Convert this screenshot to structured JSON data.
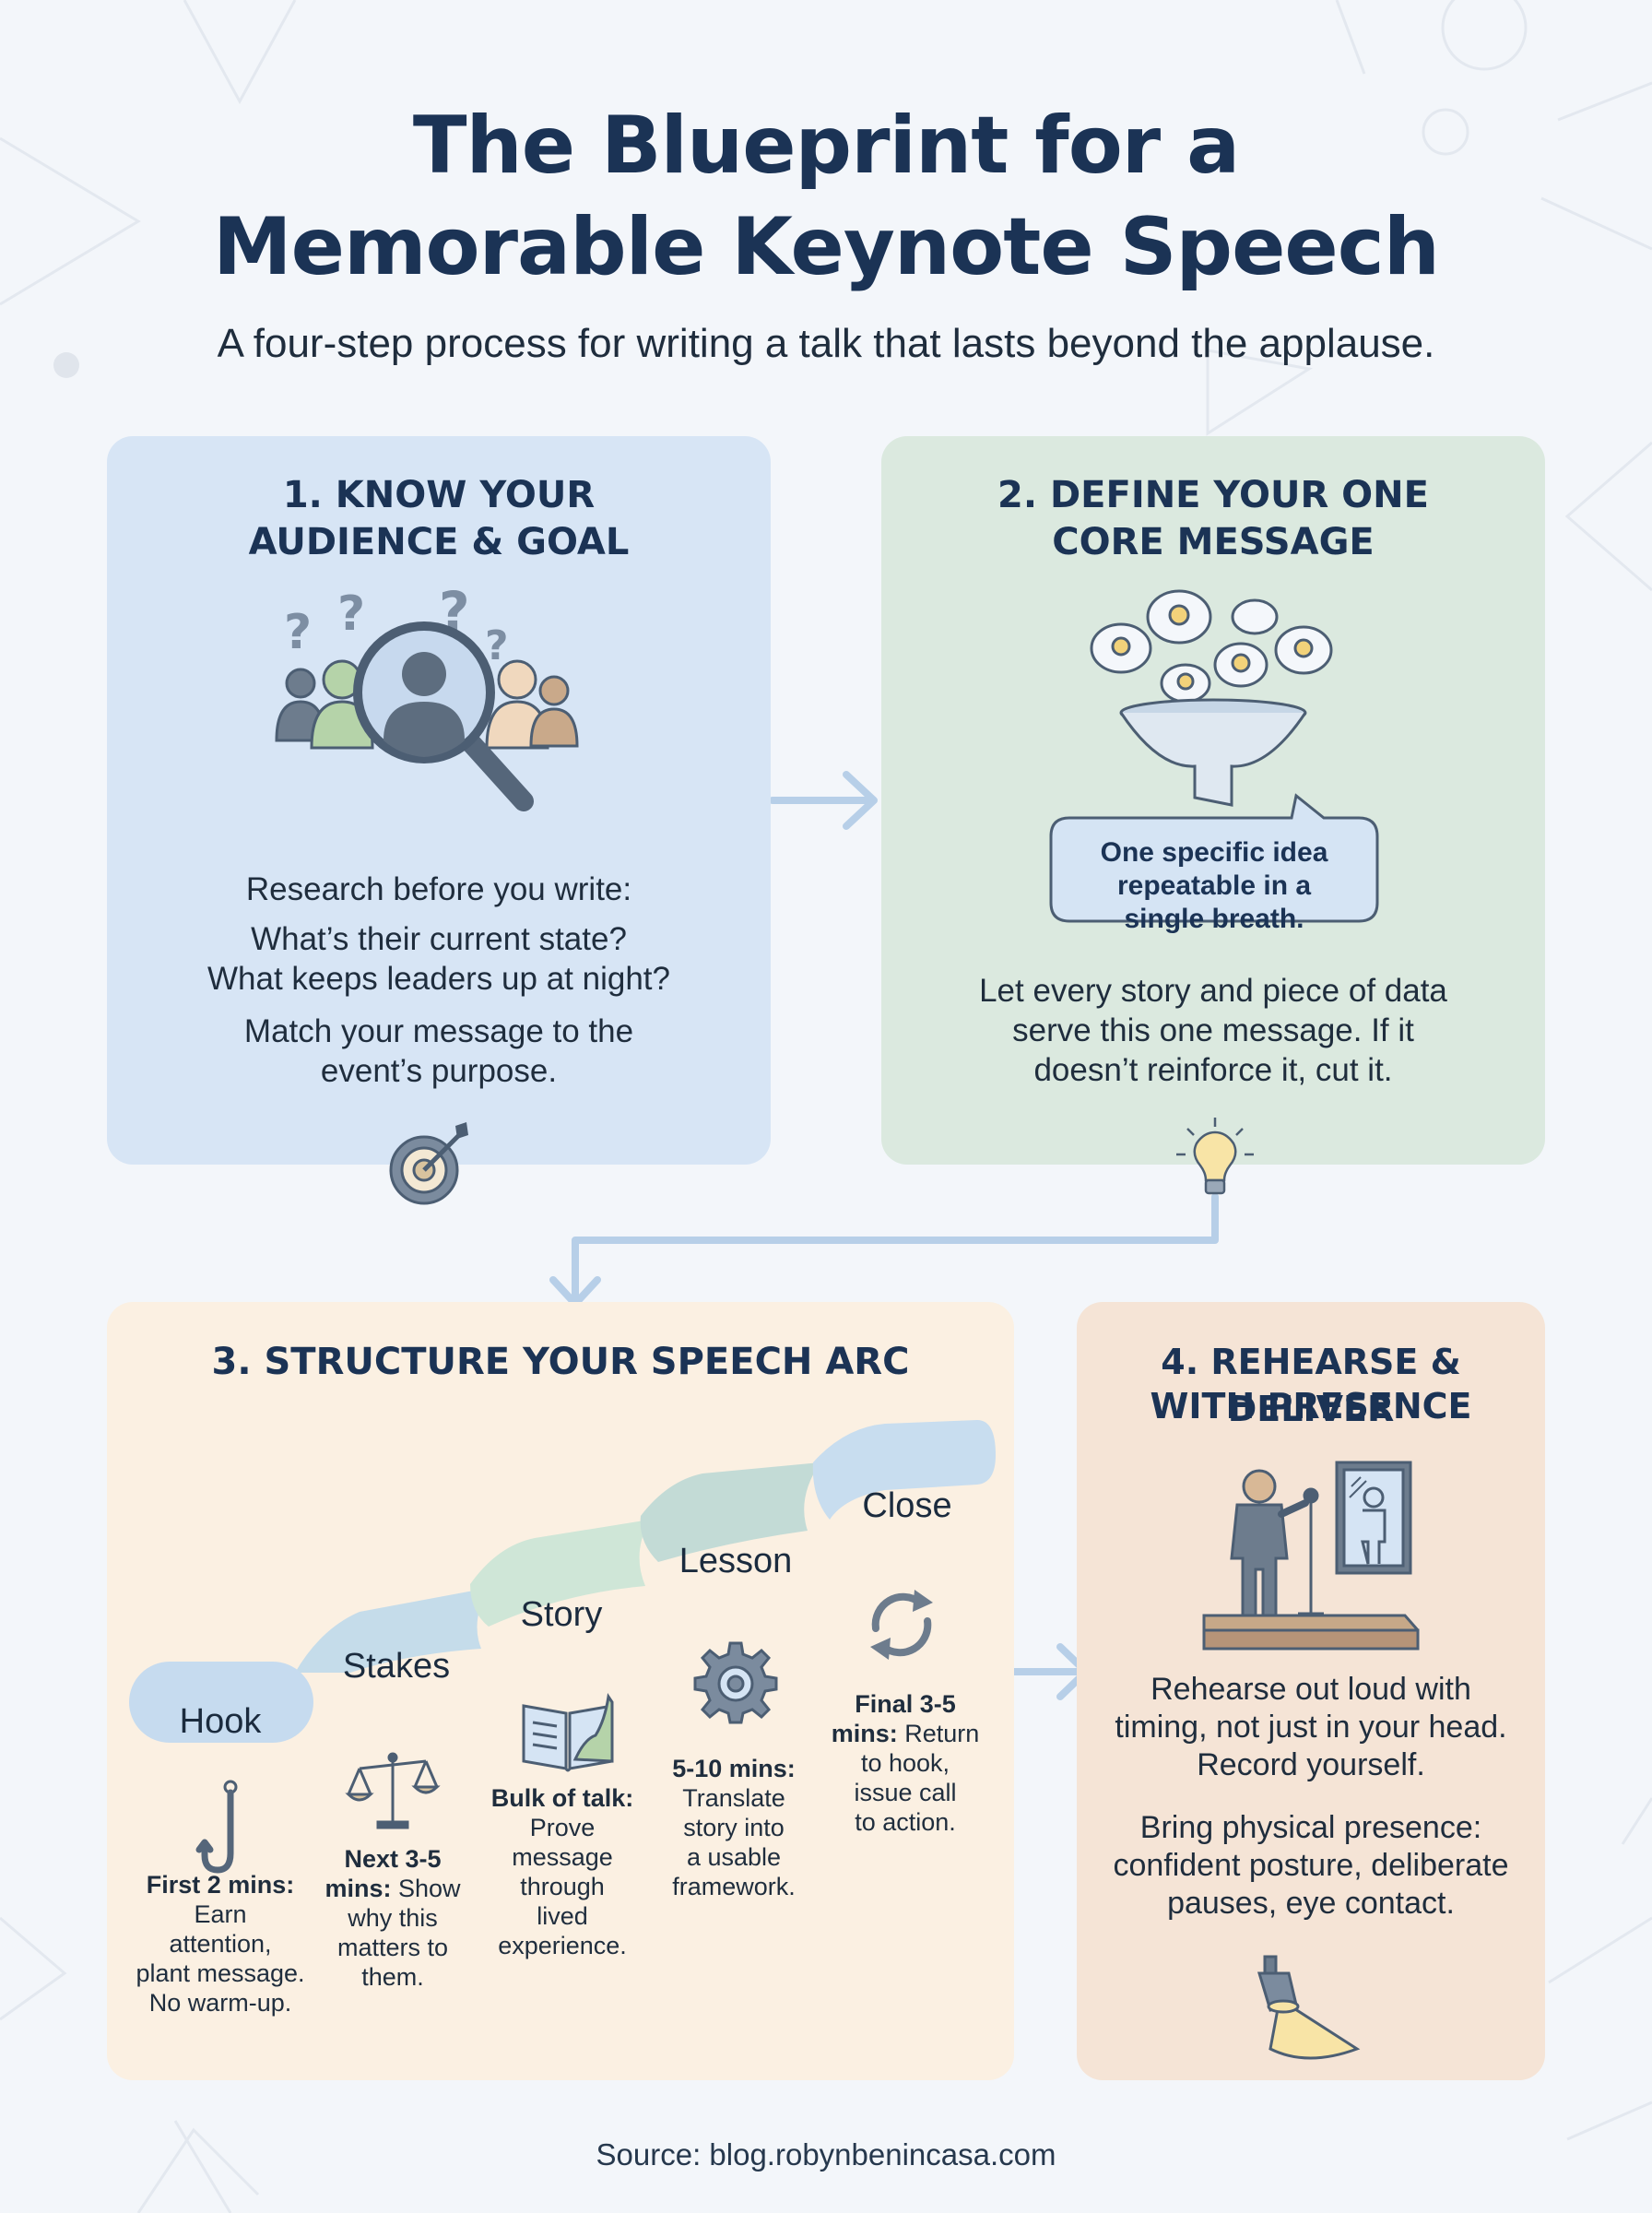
{
  "header": {
    "title_line1": "The Blueprint for a",
    "title_line2": "Memorable Keynote Speech",
    "subtitle": "A four-step process for writing a talk that lasts beyond the applause."
  },
  "colors": {
    "card1": "#d7e5f5",
    "card2": "#dbe9df",
    "card3": "#fbf0e2",
    "card4": "#f5e4d6",
    "title": "#1b3355",
    "arrow": "#b7cfe8"
  },
  "step1": {
    "title_line1": "1. KNOW YOUR",
    "title_line2": "AUDIENCE & GOAL",
    "p1": "Research before you write:",
    "p2_line1": "What’s their current state?",
    "p2_line2": "What keeps leaders up at night?",
    "p3_line1": "Match your message to the",
    "p3_line2": "event’s purpose.",
    "icons": [
      "audience-magnifier-icon",
      "question-mark-icon",
      "target-icon"
    ]
  },
  "step2": {
    "title_line1": "2. DEFINE YOUR ONE",
    "title_line2": "CORE MESSAGE",
    "callout_line1": "One specific idea",
    "callout_line2": "repeatable in a",
    "callout_line3": "single breath.",
    "p1_line1": "Let every story and piece of data",
    "p1_line2": "serve this one message. If it",
    "p1_line3": "doesn’t reinforce it, cut it.",
    "icons": [
      "idea-funnel-icon",
      "lightbulb-icon"
    ]
  },
  "step3": {
    "title": "3. STRUCTURE YOUR SPEECH ARC",
    "stages": [
      {
        "label": "Hook",
        "bold": "First 2 mins:",
        "lines": [
          "Earn",
          "attention,",
          "plant message.",
          "No warm-up."
        ]
      },
      {
        "label": "Stakes",
        "bold": "Next 3-5",
        "bold2": "mins:",
        "lines": [
          "Show",
          "why this",
          "matters to",
          "them."
        ]
      },
      {
        "label": "Story",
        "bold": "Bulk of talk:",
        "lines": [
          "Prove",
          "message",
          "through",
          "lived",
          "experience."
        ]
      },
      {
        "label": "Lesson",
        "bold": "5-10 mins:",
        "lines": [
          "Translate",
          "story into",
          "a usable",
          "framework."
        ]
      },
      {
        "label": "Close",
        "bold": "Final 3-5",
        "bold2": "mins:",
        "lines": [
          "Return",
          "to hook,",
          "issue call",
          "to action."
        ]
      }
    ],
    "icons": [
      "hook-icon",
      "scales-icon",
      "open-book-icon",
      "gear-icon",
      "cycle-arrows-icon"
    ]
  },
  "step4": {
    "title_line1": "4. REHEARSE & DELIVER",
    "title_line2": "WITH PRESENCE",
    "p1_line1": "Rehearse out loud with",
    "p1_line2": "timing, not just in your head.",
    "p1_line3": "Record yourself.",
    "p2_line1": "Bring physical presence:",
    "p2_line2": "confident posture, deliberate",
    "p2_line3": "pauses, eye contact.",
    "icons": [
      "speaker-mirror-icon",
      "spotlight-icon"
    ]
  },
  "footer": {
    "source": "Source: blog.robynbenincasa.com"
  }
}
